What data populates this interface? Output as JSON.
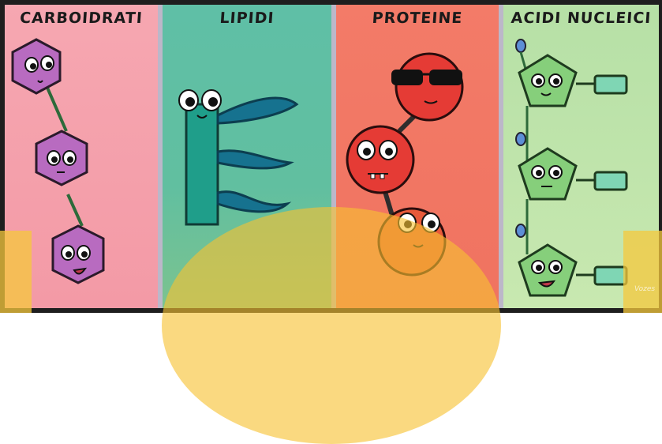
{
  "panels": [
    {
      "title": "CARBOIDRATI",
      "color": "#f6a7b1"
    },
    {
      "title": "LIPIDI",
      "color": "#5fbfa6"
    },
    {
      "title": "PROTEINE",
      "color": "#f37b68"
    },
    {
      "title": "ACIDI NUCLEICI",
      "color": "#b6e0a6"
    }
  ],
  "watermark": "Vozes",
  "colors": {
    "hexagon": "#b86bc0",
    "lipid": "#1f9e8a",
    "lipid_tail": "#16728f",
    "protein": "#e53b35",
    "nucleotide": "#86cf7b",
    "balloon": "#5d8fd6",
    "highlight": "#f7c132"
  }
}
